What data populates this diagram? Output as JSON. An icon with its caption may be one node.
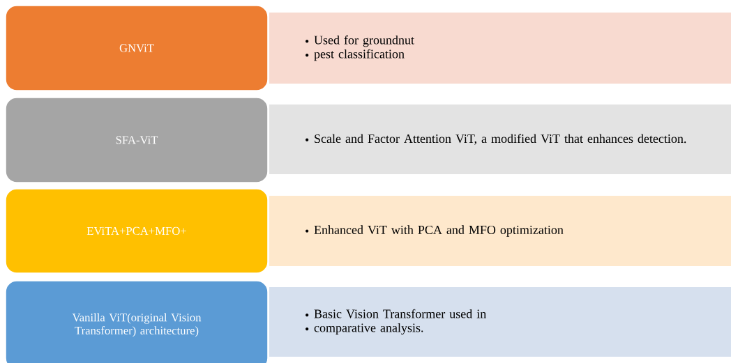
{
  "diagram": {
    "nodes": [
      {
        "text": [
          "GNViT"
        ]
      },
      {
        "text": [
          "Used for groundnut",
          "pest classification"
        ]
      },
      {
        "text": [
          "SFA-ViT"
        ]
      },
      {
        "text": [
          "Scale and Factor Attention ViT, a modified ViT that enhances detection."
        ]
      },
      {
        "text": [
          "EViTA+PCA+MFO+"
        ]
      },
      {
        "text": [
          "Enhanced ViT with PCA and MFO optimization"
        ]
      },
      {
        "text": [
          "Vanilla ViT(original Vision Transformer) architecture)"
        ]
      },
      {
        "text": [
          "Basic Vision Transformer used in",
          "comparative analysis."
        ]
      }
    ]
  }
}
